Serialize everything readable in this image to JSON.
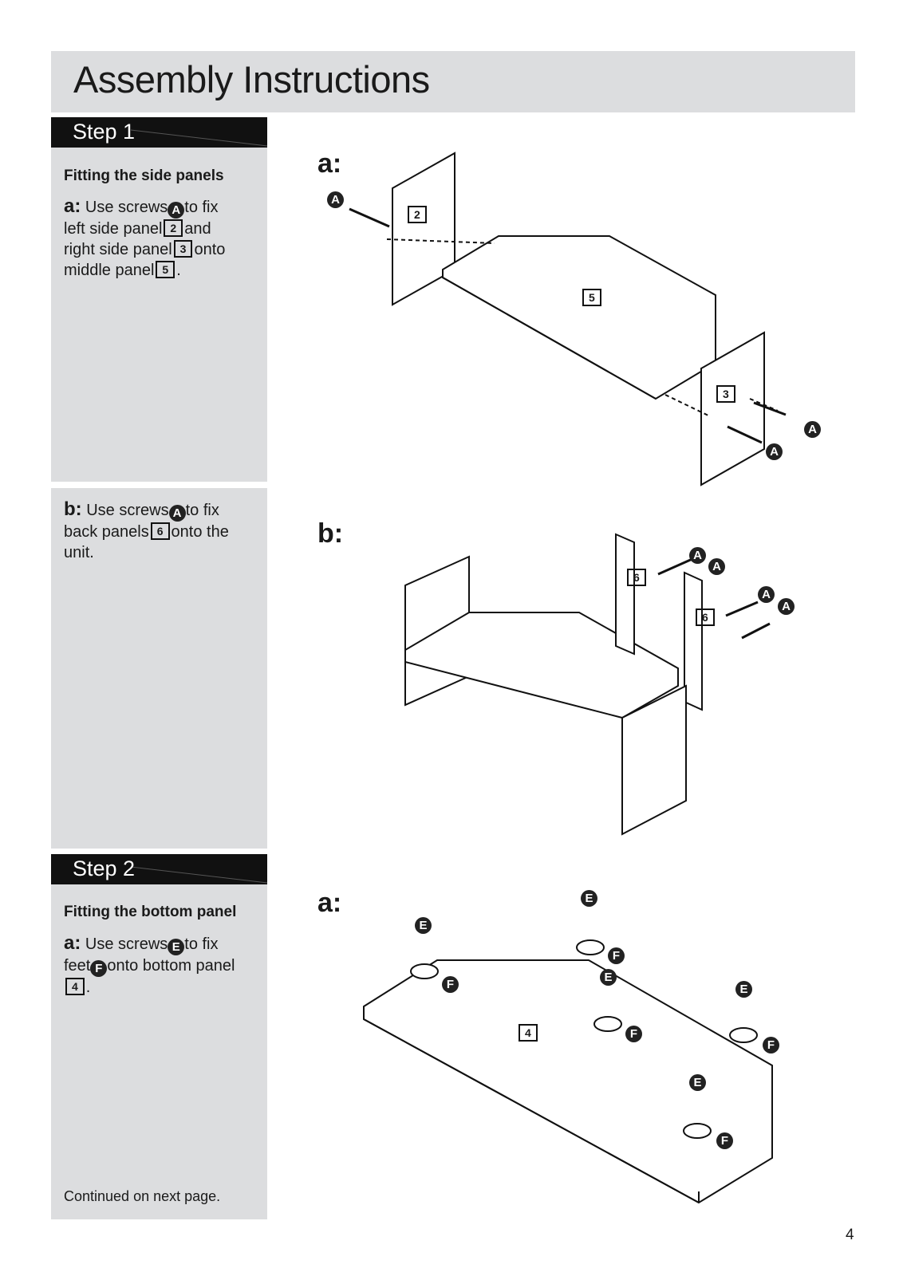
{
  "header": {
    "title": "Assembly Instructions"
  },
  "step1": {
    "label": "Step 1",
    "heading": "Fitting the side panels",
    "a": {
      "letter": "a:",
      "t1": "Use screws",
      "screw": "A",
      "t2": "to fix",
      "t3": "left side panel",
      "p1": "2",
      "t4": "and",
      "t5": "right side panel",
      "p2": "3",
      "t6": "onto",
      "t7": "middle panel",
      "p3": "5",
      "t8": "."
    },
    "b": {
      "letter": "b:",
      "t1": "Use screws",
      "screw": "A",
      "t2": "to fix",
      "t3": "back panels",
      "p1": "6",
      "t4": "onto the",
      "t5": "unit."
    }
  },
  "step2": {
    "label": "Step 2",
    "heading": "Fitting the bottom panel",
    "a": {
      "letter": "a:",
      "t1": "Use screws",
      "screw": "E",
      "t2": "to fix",
      "t3": "feet",
      "foot": "F",
      "t4": "onto bottom panel",
      "p1": "4",
      "t5": "."
    }
  },
  "diagrams": {
    "d1": {
      "label": "a:",
      "parts": [
        "2",
        "5",
        "3"
      ],
      "screw": "A"
    },
    "d2": {
      "label": "b:",
      "parts": [
        "6",
        "6"
      ],
      "screw": "A"
    },
    "d3": {
      "label": "a:",
      "parts": [
        "4"
      ],
      "screw": "E",
      "foot": "F"
    }
  },
  "footer": {
    "note": "Continued on next page.",
    "page": "4"
  }
}
